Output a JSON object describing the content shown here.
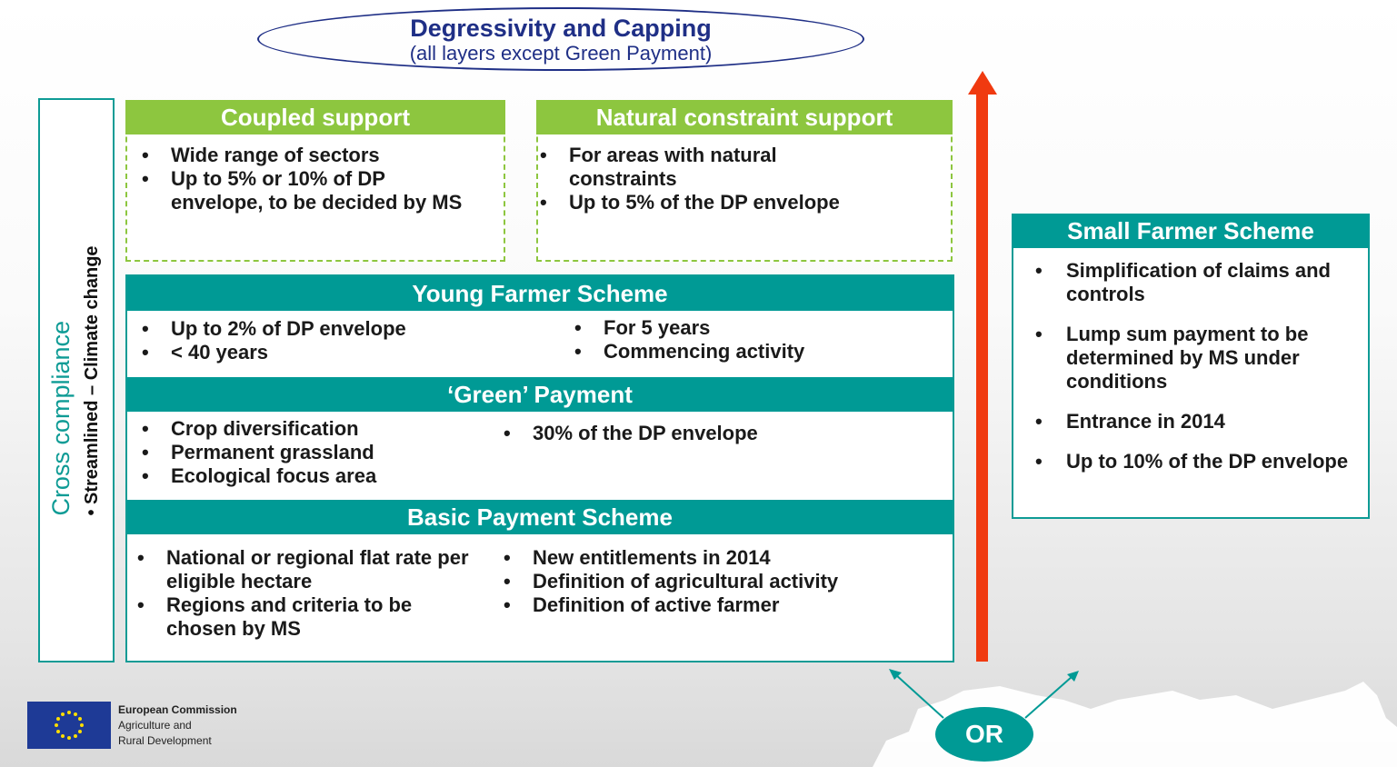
{
  "top": {
    "title": "Degressivity and Capping",
    "subtitle": "(all layers except Green Payment)"
  },
  "side": {
    "title": "Cross compliance",
    "bullet": "Streamlined – Climate change"
  },
  "coupled": {
    "title": "Coupled support",
    "items": [
      "Wide range of sectors",
      "Up to 5% or 10% of DP envelope, to be decided by MS"
    ]
  },
  "natural": {
    "title": "Natural constraint support",
    "items": [
      "For areas with natural constraints",
      "Up to 5% of the DP envelope"
    ]
  },
  "young": {
    "title": "Young Farmer Scheme",
    "left": [
      "Up to 2% of DP envelope",
      "< 40 years"
    ],
    "right": [
      "For 5 years",
      "Commencing activity"
    ]
  },
  "green": {
    "title": "‘Green’ Payment",
    "left": [
      "Crop diversification",
      "Permanent grassland",
      "Ecological focus area"
    ],
    "right": [
      "30% of the DP envelope"
    ]
  },
  "basic": {
    "title": "Basic Payment Scheme",
    "left": [
      "National or regional flat rate per eligible hectare",
      "Regions and criteria to be chosen by MS"
    ],
    "right": [
      "New entitlements in 2014",
      "Definition of agricultural activity",
      "Definition of active farmer"
    ]
  },
  "small": {
    "title": "Small Farmer Scheme",
    "items": [
      "Simplification of claims and controls",
      "Lump sum payment to be determined by MS under conditions",
      "Entrance in 2014",
      "Up to 10% of the DP envelope"
    ]
  },
  "or_label": "OR",
  "logo": {
    "line1": "European Commission",
    "line2": "Agriculture and",
    "line3": "Rural Development"
  },
  "colors": {
    "teal": "#009a95",
    "green": "#8dc63f",
    "arrow": "#f03a10",
    "navy": "#1f2f86"
  }
}
